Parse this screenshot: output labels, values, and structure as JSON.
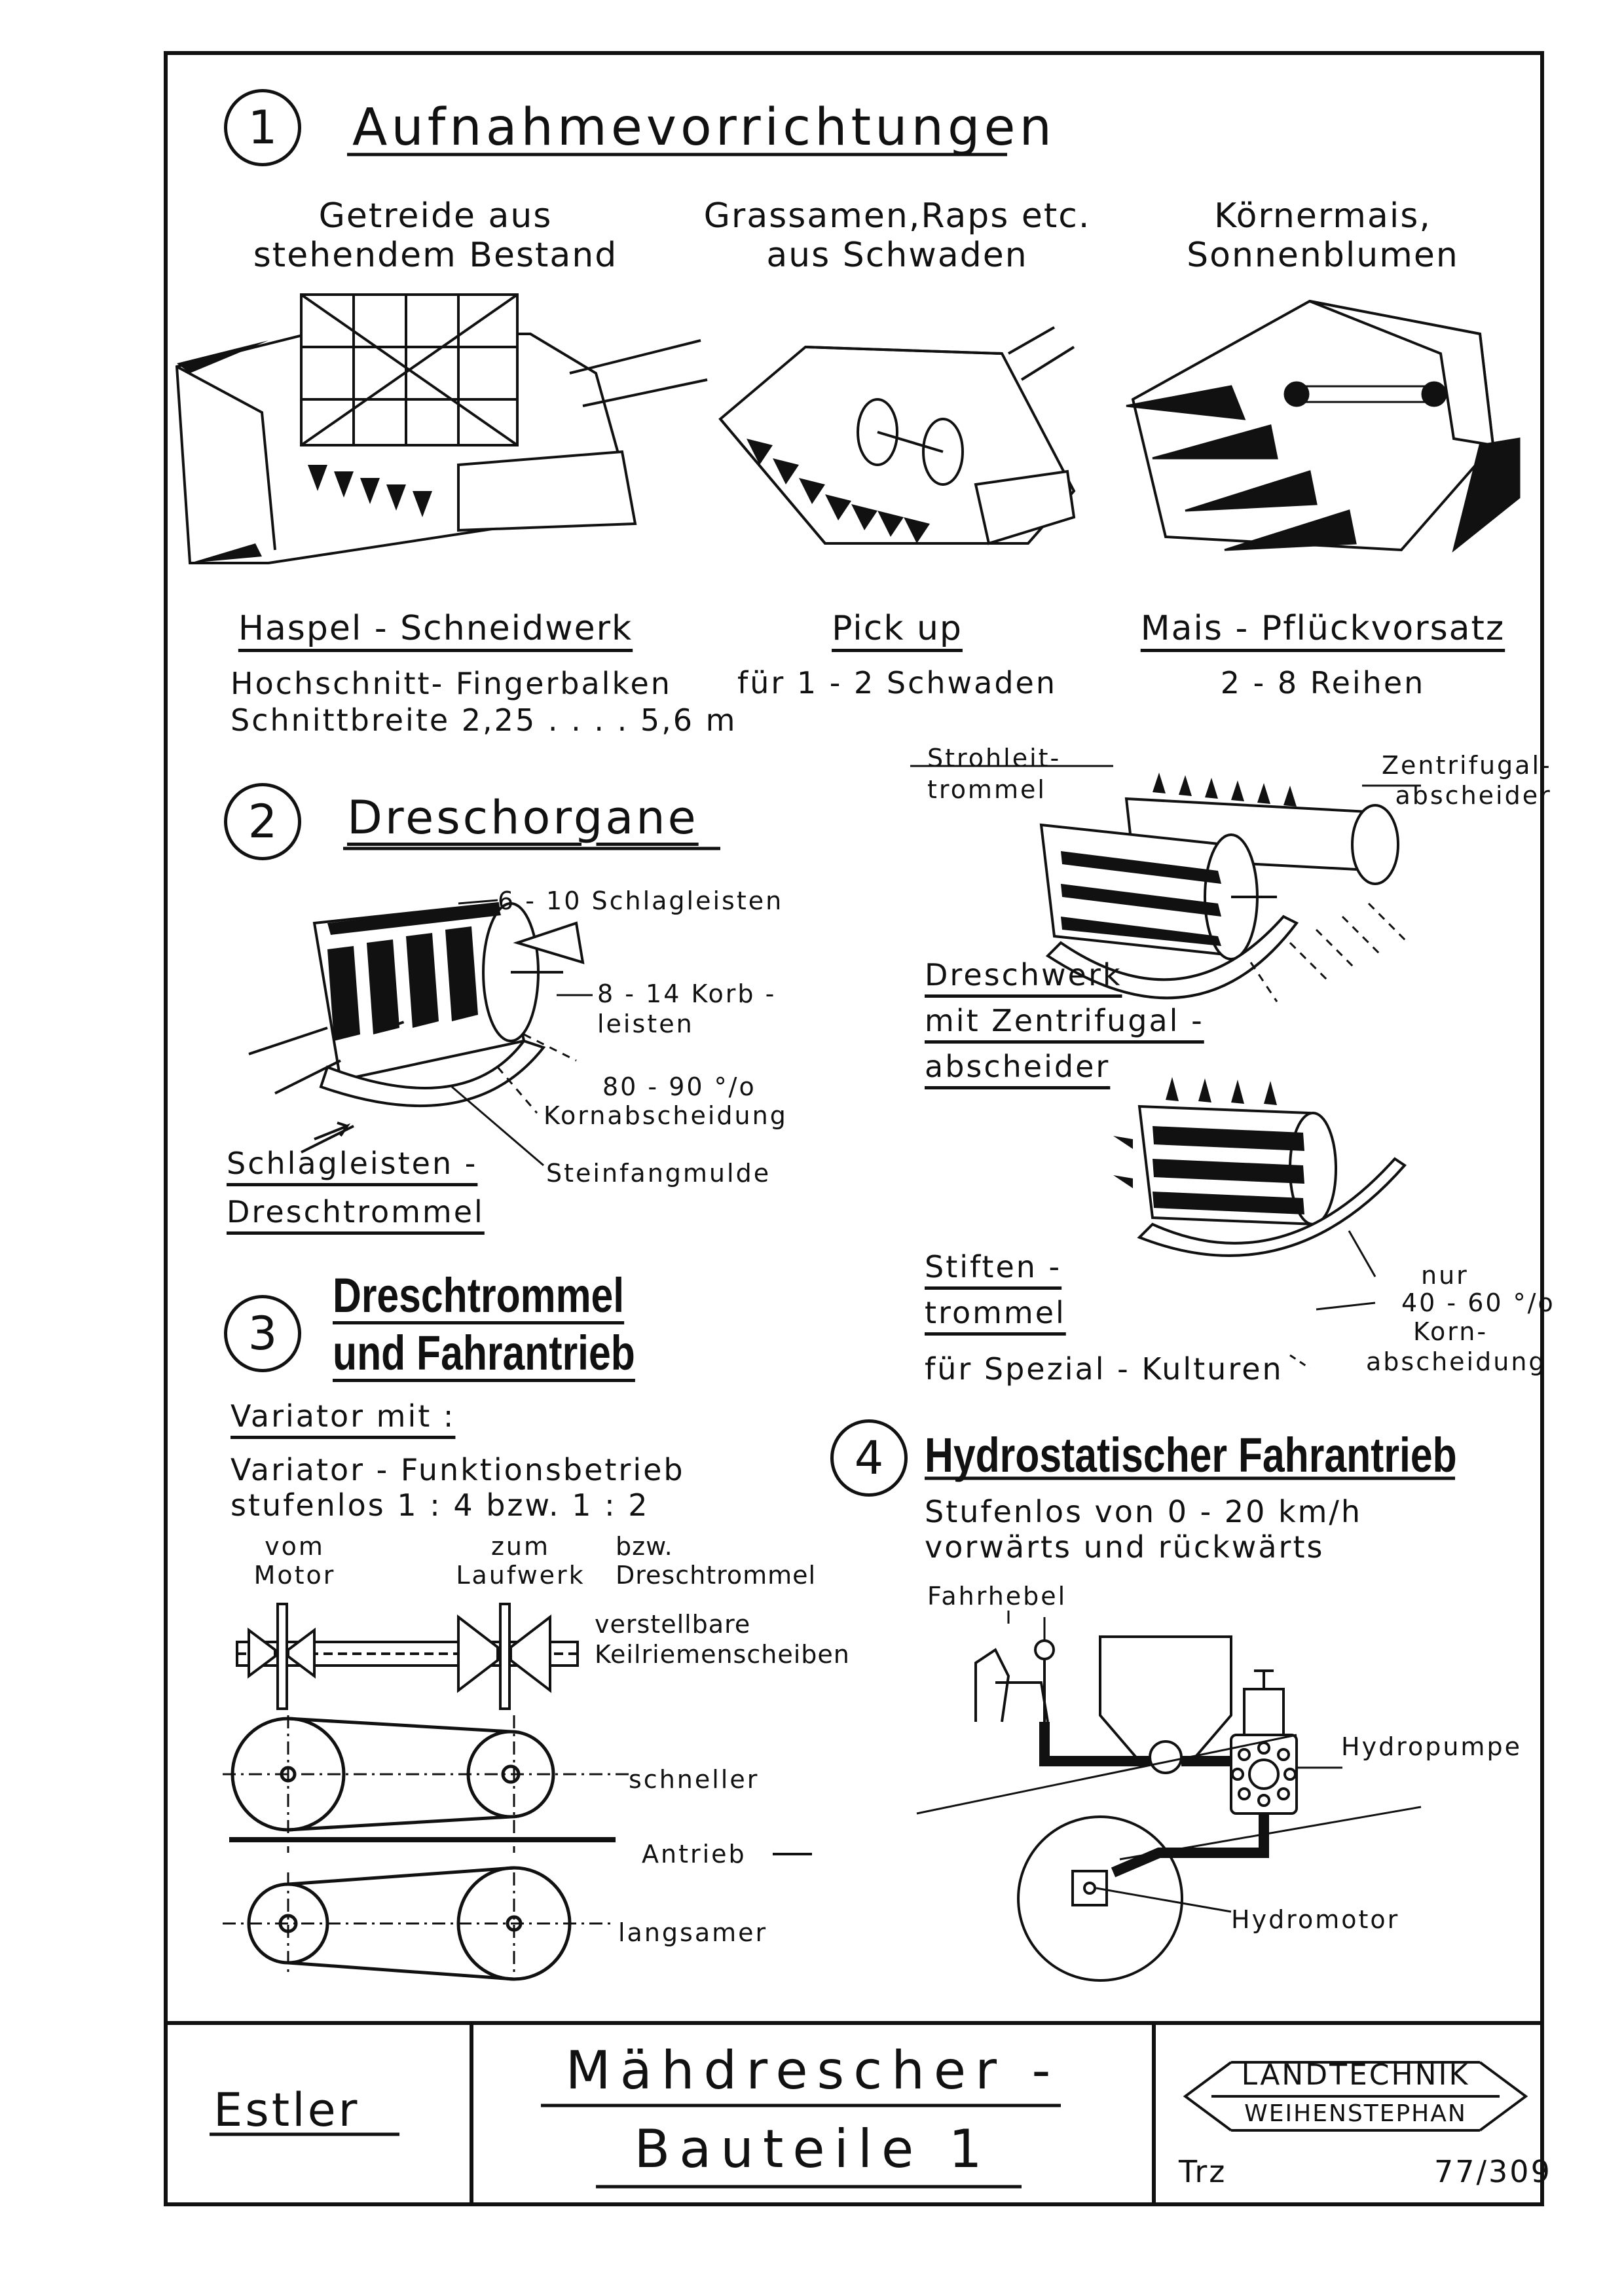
{
  "section1": {
    "number": "1",
    "title": "Aufnahmevorrichtungen",
    "columns": [
      {
        "caption_line1": "Getreide aus",
        "caption_line2": "stehendem Bestand",
        "name": "Haspel - Schneidwerk",
        "detail_line1": "Hochschnitt- Fingerbalken",
        "detail_line2": "Schnittbreite 2,25 . . . . 5,6 m"
      },
      {
        "caption_line1": "Grassamen,Raps etc.",
        "caption_line2": "aus Schwaden",
        "name": "Pick up",
        "detail_line1": "für 1 - 2 Schwaden",
        "detail_line2": ""
      },
      {
        "caption_line1": "Körnermais,",
        "caption_line2": "Sonnenblumen",
        "name": "Mais - Pflückvorsatz",
        "detail_line1": "2 - 8 Reihen",
        "detail_line2": ""
      }
    ]
  },
  "section2": {
    "number": "2",
    "title": "Dreschorgane",
    "schlag": {
      "label_schlagleisten": "6 - 10 Schlagleisten",
      "label_korb_1": "8 - 14 Korb -",
      "label_korb_2": "leisten",
      "label_abscheidung_1": "80 - 90 °/o",
      "label_abscheidung_2": "Kornabscheidung",
      "name_1": "Schlagleisten -",
      "name_2": "Dreschtrommel",
      "label_stein": "Steinfangmulde"
    },
    "zentrifugal": {
      "label_stroh_1": "Strohleit-",
      "label_stroh_2": "trommel",
      "label_zentr_1": "Zentrifugal-",
      "label_zentr_2": "abscheider",
      "name_1": "Dreschwerk",
      "name_2": "mit Zentrifugal -",
      "name_3": "abscheider"
    },
    "stiften": {
      "name_1": "Stiften -",
      "name_2": "trommel",
      "detail": "für Spezial - Kulturen",
      "label_nur": "nur",
      "label_pct": "40 - 60 °/o",
      "label_korn": "Korn-",
      "label_absch": "abscheidung"
    }
  },
  "section3": {
    "number": "3",
    "title_1": "Dreschtrommel",
    "title_2": "und Fahrantrieb",
    "variator": "Variator mit :",
    "desc_1": "Variator - Funktionsbetrieb",
    "desc_2": "stufenlos 1 : 4 bzw. 1 : 2",
    "vom_1": "vom",
    "vom_2": "Motor",
    "zum_1": "zum",
    "zum_2": "Laufwerk",
    "bzw_1": "bzw.",
    "bzw_2": "Dreschtrommel",
    "verst_1": "verstellbare",
    "verst_2": "Keilriemenscheiben",
    "schneller": "schneller",
    "antrieb": "Antrieb",
    "langsamer": "langsamer"
  },
  "section4": {
    "number": "4",
    "title": "Hydrostatischer Fahrantrieb",
    "desc_1": "Stufenlos von  0 - 20 km/h",
    "desc_2": "vorwärts und rückwärts",
    "fahrhebel": "Fahrhebel",
    "hydropumpe": "Hydropumpe",
    "hydromotor": "Hydromotor"
  },
  "footer": {
    "author": "Estler",
    "title_1": "Mähdrescher -",
    "title_2": "Bauteile 1",
    "logo_1": "LANDTECHNIK",
    "logo_2": "WEIHENSTEPHAN",
    "drawer": "Trz",
    "code": "77/309"
  }
}
